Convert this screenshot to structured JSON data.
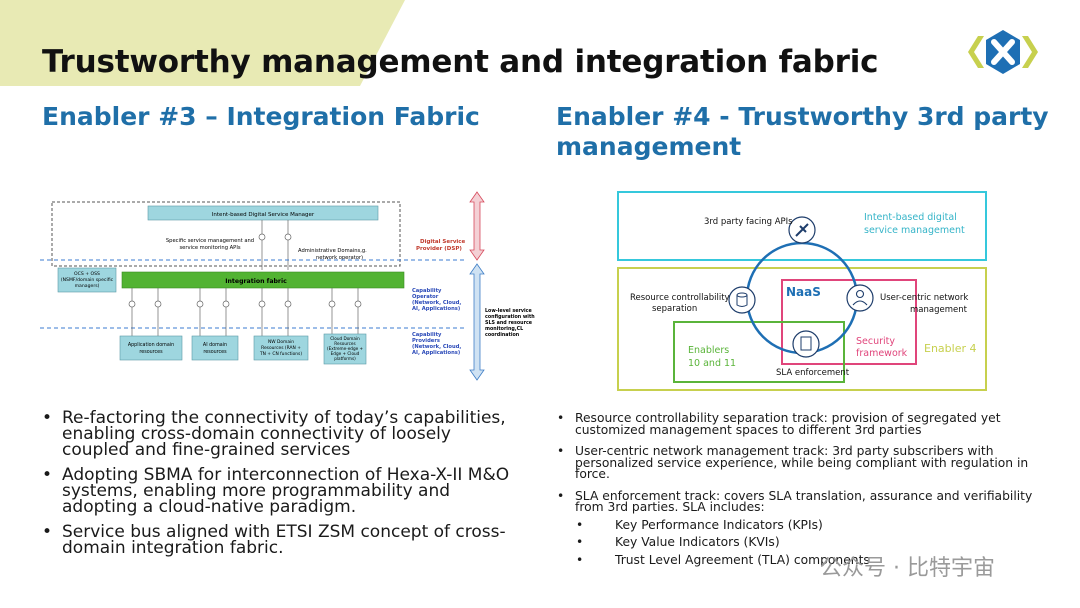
{
  "slide": {
    "title": "Trustworthy management and integration fabric",
    "left_heading": "Enabler #3 – Integration Fabric",
    "right_heading_line1": "Enabler #4 - Trustworthy 3rd party",
    "right_heading_line2": "management"
  },
  "colors": {
    "accent_yellow": "#e8eab4",
    "heading_blue": "#1f6fa8",
    "green": "#5ab43a",
    "cyan": "#35c8dc",
    "pink": "#e0457b",
    "logo_blue": "#1e6fb4"
  },
  "left_diagram": {
    "top_box": "Intent-based Digital Service Manager",
    "specific_service": [
      "Specific service management and",
      "service monitoring APIs"
    ],
    "admin_domains": [
      "Administrative Domains,g.",
      "network operator)"
    ],
    "dsp_label": [
      "Digital Service",
      "Provider (DSP)"
    ],
    "ocs_box": [
      "OCS + OSS",
      "(NSMF/domain specific",
      "managers)"
    ],
    "integration_fabric": "Integration fabric",
    "cap_operator": [
      "Capability",
      "Operator",
      "(Network, Cloud,",
      "AI, Applications)"
    ],
    "low_level": [
      "Low-level service",
      "configuration with",
      "SLS and resource",
      "monitoring,CL",
      "coordination"
    ],
    "cap_providers": [
      "Capability",
      "Providers",
      "(Network, Cloud,",
      "AI, Applications)"
    ],
    "resources": [
      [
        "Application domain",
        "resources"
      ],
      [
        "AI domain",
        "resources"
      ],
      [
        "NW Domain",
        "Resources (RAN +",
        "TN + CN functions)"
      ],
      [
        "Cloud Domain",
        "Resources",
        "(Extreme-edge +",
        "Edge + Cloud",
        "platforms)"
      ]
    ]
  },
  "right_diagram": {
    "third_party_apis": "3rd party facing APIs",
    "intent_mgmt": [
      "Intent-based digital",
      "service management"
    ],
    "resource_ctrl": [
      "Resource controllability",
      "separation"
    ],
    "naas": "NaaS",
    "user_centric": [
      "User-centric network",
      "management"
    ],
    "security": [
      "Security",
      "framework"
    ],
    "enabler4": "Enabler 4",
    "enablers_10_11": [
      "Enablers",
      "10 and 11"
    ],
    "sla_enforcement": "SLA enforcement"
  },
  "left_bullets": [
    [
      "Re-factoring the connectivity of today’s capabilities,",
      "enabling cross-domain connectivity of loosely",
      "coupled and fine-grained services"
    ],
    [
      "Adopting SBMA for interconnection of Hexa-X-II M&O",
      "systems, enabling more programmability and",
      "adopting a cloud-native paradigm."
    ],
    [
      "Service bus aligned with ETSI ZSM concept of cross-",
      "domain integration fabric."
    ]
  ],
  "right_bullets": [
    [
      "Resource controllability separation track: provision of segregated yet",
      "customized management spaces to different 3rd parties"
    ],
    [
      "User-centric network management track: 3rd party subscribers with",
      "personalized service experience, while being compliant with regulation in",
      "force."
    ],
    [
      "SLA enforcement track: covers SLA translation, assurance and verifiability",
      "from 3rd parties. SLA includes:"
    ]
  ],
  "sla_items": [
    "Key Performance Indicators (KPIs)",
    "Key Value Indicators (KVIs)",
    "Trust Level Agreement (TLA) components"
  ],
  "watermark": "公众号 · 比特宇宙"
}
